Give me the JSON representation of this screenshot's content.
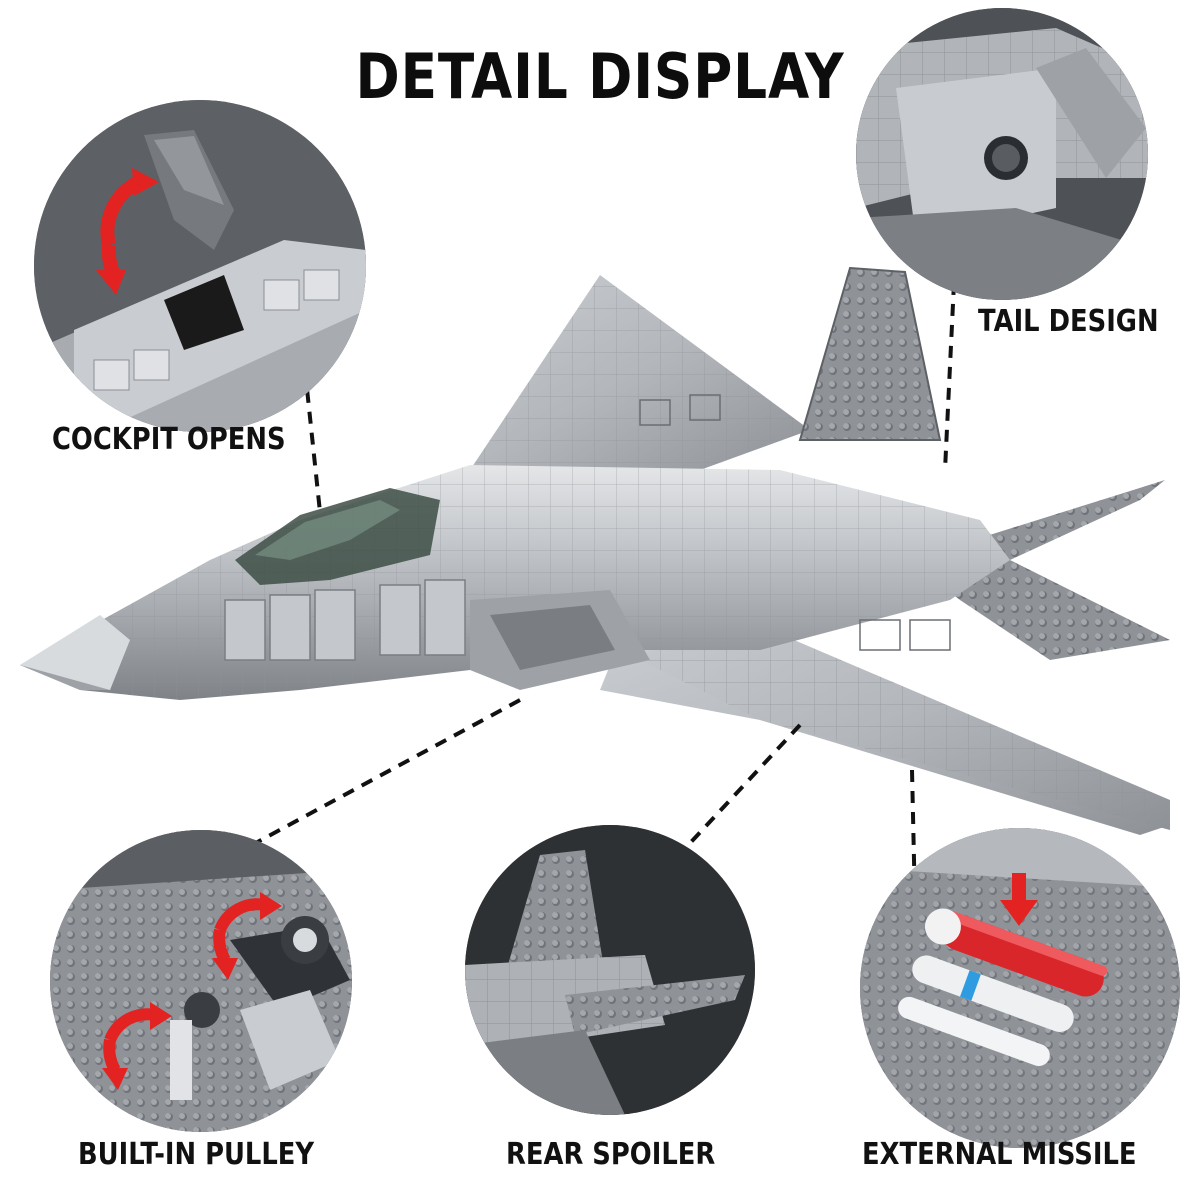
{
  "title": "DETAIL DISPLAY",
  "callouts": {
    "cockpit": "COCKPIT OPENS",
    "tail": "TAIL DESIGN",
    "pulley": "BUILT-IN PULLEY",
    "spoiler": "REAR SPOILER",
    "missile": "EXTERNAL MISSILE"
  },
  "colors": {
    "metal_light": "#d9dcdf",
    "metal_mid": "#a9adb2",
    "metal_dark": "#6d7176",
    "arrow_red": "#e32222",
    "missile_red": "#d8262b",
    "missile_blue": "#2f9be0"
  }
}
